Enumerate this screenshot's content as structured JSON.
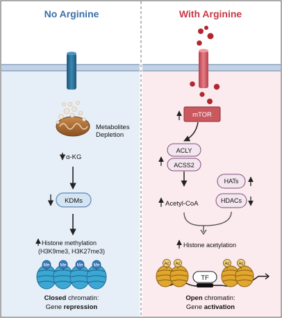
{
  "panels": {
    "left": {
      "title": "No Arginine",
      "title_color": "#3c6ea8",
      "bg_color": "#e6eff8"
    },
    "right": {
      "title": "With Arginine",
      "title_color": "#c63844",
      "bg_color": "#fbeaee"
    }
  },
  "left": {
    "metabolites_line1": "Metabolites",
    "metabolites_line2": "Depletion",
    "akg": "α-KG",
    "kdms": "KDMs",
    "histone_methylation": "Histone methylation",
    "marks": "(H3K9me3, H3K27me3)",
    "me_label": "Me",
    "state_bold": "Closed",
    "state_rest": " chromatin:",
    "gene_prefix": "Gene ",
    "gene_bold": "repression"
  },
  "right": {
    "mtor": "mTOR",
    "acly": "ACLY",
    "acss2": "ACSS2",
    "acetyl_coa": "Acetyl-CoA",
    "hats": "HATs",
    "hdacs": "HDACs",
    "histone_acetylation": "Histone acetylation",
    "ac_label": "Ac",
    "tf": "TF",
    "state_bold": "Open",
    "state_rest": " chromatin:",
    "gene_prefix": "Gene ",
    "gene_bold": "activation"
  },
  "colors": {
    "membrane": "#9fb3cc",
    "channel_left": "#2e6f99",
    "channel_right": "#d9606a",
    "arginine": "#b3262e",
    "mtor_fill": "#c9585f",
    "nucleosome_left": "#3da7d4",
    "nucleosome_right": "#e0a62e",
    "me_fill": "#3a7bbd",
    "arrow": "#222222"
  }
}
